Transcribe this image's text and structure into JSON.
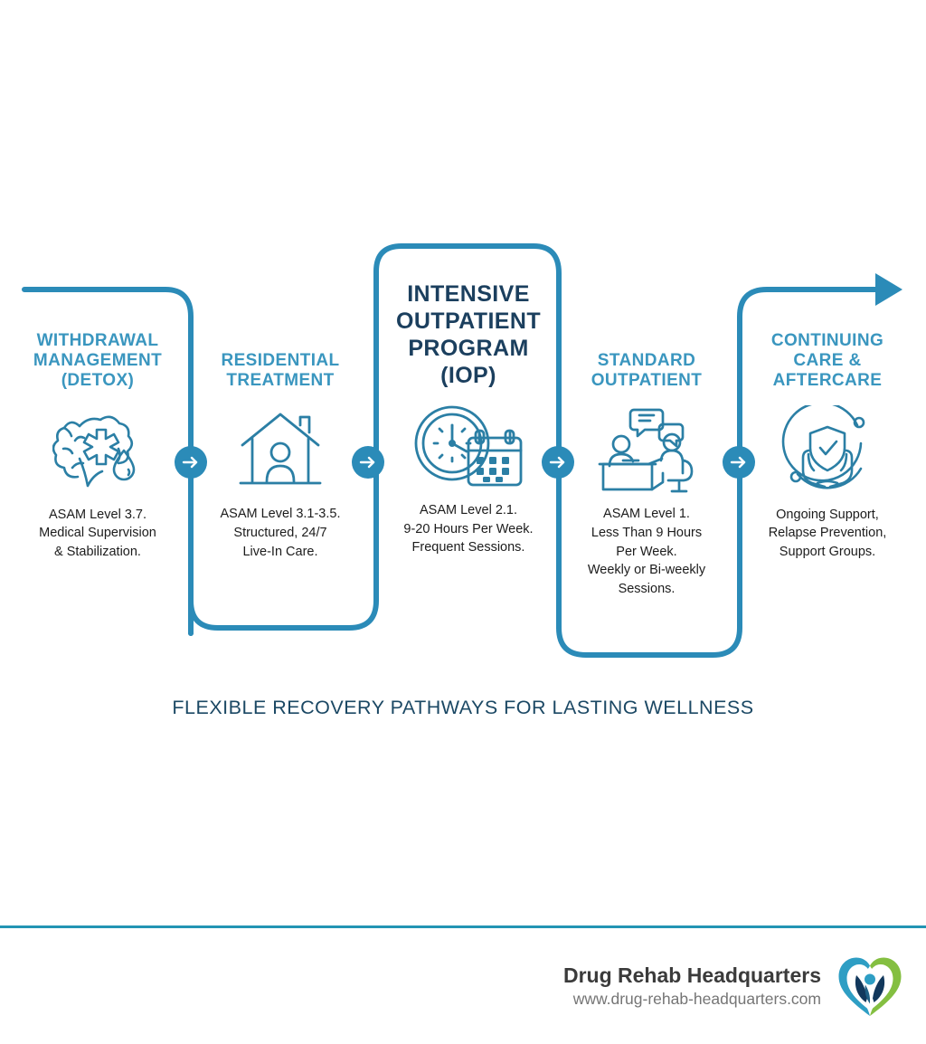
{
  "colors": {
    "primary_teal": "#2b8bb8",
    "path_stroke": "#2b8bb8",
    "title_blue": "#3a96bf",
    "featured_navy": "#1b3f5e",
    "tagline_blue": "#1b4864",
    "description_text": "#1c1c1c",
    "divider": "#2294b4",
    "logo_blue": "#2e9ec4",
    "logo_green": "#84bf41",
    "logo_navy": "#12385c",
    "footer_brand": "#3b3b3b",
    "footer_url": "#757575"
  },
  "stages": [
    {
      "title": "WITHDRAWAL\nMANAGEMENT\n(DETOX)",
      "icon": "brain-medical-icon",
      "description": "ASAM Level 3.7.\nMedical Supervision\n& Stabilization.",
      "featured": false
    },
    {
      "title": "RESIDENTIAL\nTREATMENT",
      "icon": "house-person-icon",
      "description": "ASAM Level 3.1-3.5.\nStructured, 24/7\nLive-In Care.",
      "featured": false
    },
    {
      "title": "INTENSIVE\nOUTPATIENT\nPROGRAM\n(IOP)",
      "icon": "clock-calendar-icon",
      "description": "ASAM Level 2.1.\n9-20 Hours Per Week.\nFrequent Sessions.",
      "featured": true
    },
    {
      "title": "STANDARD\nOUTPATIENT",
      "icon": "counseling-desk-icon",
      "description": "ASAM Level 1.\nLess Than 9 Hours\nPer Week.\nWeekly or Bi-weekly\nSessions.",
      "featured": false
    },
    {
      "title": "CONTINUING\nCARE &\nAFTERCARE",
      "icon": "hands-shield-check-icon",
      "description": "Ongoing Support,\nRelapse Prevention,\nSupport Groups.",
      "featured": false
    }
  ],
  "connectors": [
    {
      "name": "arrow-1",
      "glyph": "→"
    },
    {
      "name": "arrow-2",
      "glyph": "→"
    },
    {
      "name": "arrow-3",
      "glyph": "→"
    },
    {
      "name": "arrow-4",
      "glyph": "→"
    }
  ],
  "tagline": "FLEXIBLE RECOVERY PATHWAYS FOR LASTING WELLNESS",
  "footer": {
    "brand_name": "Drug Rehab Headquarters",
    "url": "www.drug-rehab-headquarters.com",
    "logo": "heart-people-logo"
  }
}
